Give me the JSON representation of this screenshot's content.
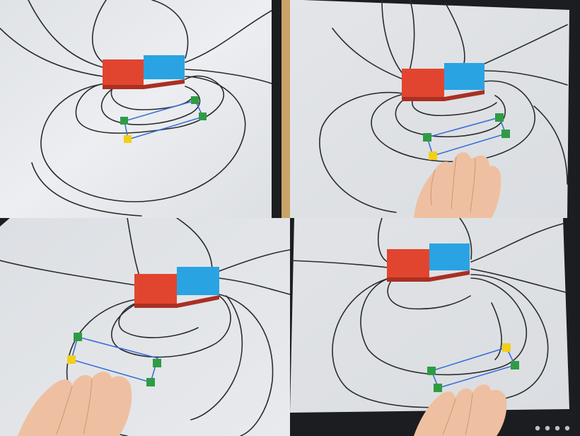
{
  "image": {
    "description_none": "",
    "colors": {
      "screen": "#e9ebee",
      "bezel": "#1c1d20",
      "desk": "#c9a36a",
      "magnet_north": "#e2452f",
      "magnet_south": "#2aa3e3",
      "field_line": "#2b2b2b",
      "rect_outline": "#3b6fd8",
      "marker_green": "#2e9c44",
      "marker_yellow": "#f2cf1a",
      "skin": "#eec0a1"
    },
    "panels": [
      {
        "position": "top-left",
        "hand_visible": false
      },
      {
        "position": "top-right",
        "hand_visible": true
      },
      {
        "position": "bottom-left",
        "hand_visible": true
      },
      {
        "position": "bottom-right",
        "hand_visible": true
      }
    ]
  }
}
